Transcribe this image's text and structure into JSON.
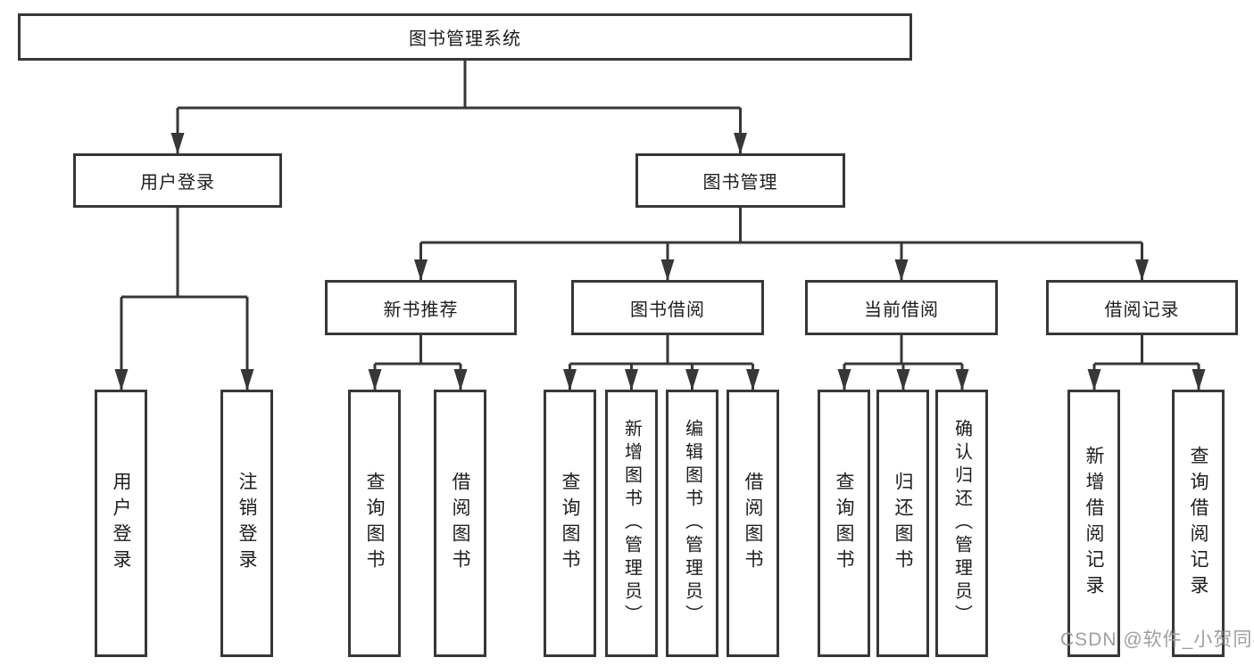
{
  "diagram": {
    "type": "hierarchy-tree",
    "orientation": "top-down"
  },
  "colors": {
    "line": "#373737",
    "box_border": "#373737",
    "box_fill": "#ffffff",
    "text": "#1d1d1d",
    "watermark": "#9e9e9e",
    "background": "#ffffff"
  },
  "watermark": "CSDN @软件_小贺同学",
  "tree": {
    "root": {
      "label": "图书管理系统"
    },
    "children": [
      {
        "label": "用户登录",
        "children": [
          {
            "label": "用户登录"
          },
          {
            "label": "注销登录"
          }
        ]
      },
      {
        "label": "图书管理",
        "children": [
          {
            "label": "新书推荐",
            "children": [
              {
                "label": "查询图书"
              },
              {
                "label": "借阅图书"
              }
            ]
          },
          {
            "label": "图书借阅",
            "children": [
              {
                "label": "查询图书"
              },
              {
                "label": "新增图书（管理员）"
              },
              {
                "label": "编辑图书（管理员）"
              },
              {
                "label": "借阅图书"
              }
            ]
          },
          {
            "label": "当前借阅",
            "children": [
              {
                "label": "查询图书"
              },
              {
                "label": "归还图书"
              },
              {
                "label": "确认归还（管理员）"
              }
            ]
          },
          {
            "label": "借阅记录",
            "children": [
              {
                "label": "新增借阅记录"
              },
              {
                "label": "查询借阅记录"
              }
            ]
          }
        ]
      }
    ]
  }
}
